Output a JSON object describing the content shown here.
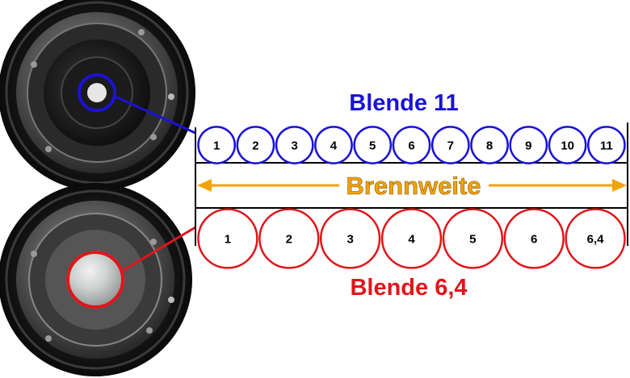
{
  "top": {
    "title": "Blende 11",
    "color": "#1a12d6",
    "circles": [
      "1",
      "2",
      "3",
      "4",
      "5",
      "6",
      "7",
      "8",
      "9",
      "10",
      "11"
    ]
  },
  "bottom": {
    "title": "Blende 6,4",
    "color": "#e0151b",
    "circles": [
      "1",
      "2",
      "3",
      "4",
      "5",
      "6",
      "6,4"
    ]
  },
  "arrow": {
    "label": "Brennweite",
    "color": "#f2a20c"
  },
  "icons": {
    "top_lens": "camera-lens-rear-small-aperture",
    "bottom_lens": "camera-lens-rear-large-aperture"
  }
}
